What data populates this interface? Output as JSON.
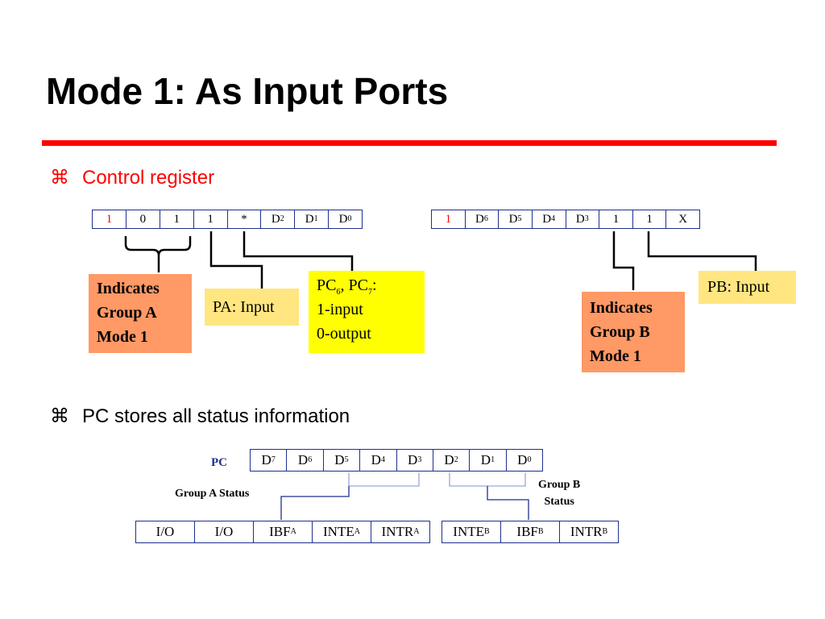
{
  "title": "Mode 1: As Input Ports",
  "bullets": {
    "symbol": "⌘",
    "control_register": "Control register",
    "pc_status": "PC stores all status information"
  },
  "register_a": [
    {
      "text": "1",
      "red": true
    },
    {
      "text": "0"
    },
    {
      "text": "1"
    },
    {
      "text": "1"
    },
    {
      "text": "*"
    },
    {
      "text": "D",
      "sub": "2"
    },
    {
      "text": "D",
      "sub": "1"
    },
    {
      "text": "D",
      "sub": "0"
    }
  ],
  "register_b": [
    {
      "text": "1",
      "red": true
    },
    {
      "text": "D",
      "sub": "6"
    },
    {
      "text": "D",
      "sub": "5"
    },
    {
      "text": "D",
      "sub": "4"
    },
    {
      "text": "D",
      "sub": "3"
    },
    {
      "text": "1"
    },
    {
      "text": "1"
    },
    {
      "text": "X"
    }
  ],
  "labels": {
    "group_a_mode": [
      "Indicates",
      "Group A",
      "Mode 1"
    ],
    "pa_input": "PA: Input",
    "pc67": {
      "line1_a": "PC",
      "sub_a": "6",
      "line1_b": ", PC",
      "sub_b": "7",
      "line1_c": ":",
      "line2": "1-input",
      "line3": "0-output"
    },
    "group_b_mode": [
      "Indicates",
      "Group B",
      "Mode 1"
    ],
    "pb_input": "PB: Input"
  },
  "pc_register": {
    "label": "PC",
    "bits": [
      {
        "text": "D",
        "sub": "7"
      },
      {
        "text": "D",
        "sub": "6"
      },
      {
        "text": "D",
        "sub": "5"
      },
      {
        "text": "D",
        "sub": "4"
      },
      {
        "text": "D",
        "sub": "3"
      },
      {
        "text": "D",
        "sub": "2"
      },
      {
        "text": "D",
        "sub": "1"
      },
      {
        "text": "D",
        "sub": "0"
      }
    ],
    "group_a_status_label": "Group A Status",
    "group_b_status_label": [
      "Group B",
      "Status"
    ]
  },
  "group_a_status": [
    {
      "text": "I/O"
    },
    {
      "text": "I/O"
    },
    {
      "text": "IBF",
      "sub": "A"
    },
    {
      "text": "INTE",
      "sub": "A"
    },
    {
      "text": "INTR",
      "sub": "A"
    }
  ],
  "group_b_status": [
    {
      "text": "INTE",
      "sub": "B"
    },
    {
      "text": "IBF",
      "sub": "B"
    },
    {
      "text": "INTR",
      "sub": "B"
    }
  ]
}
